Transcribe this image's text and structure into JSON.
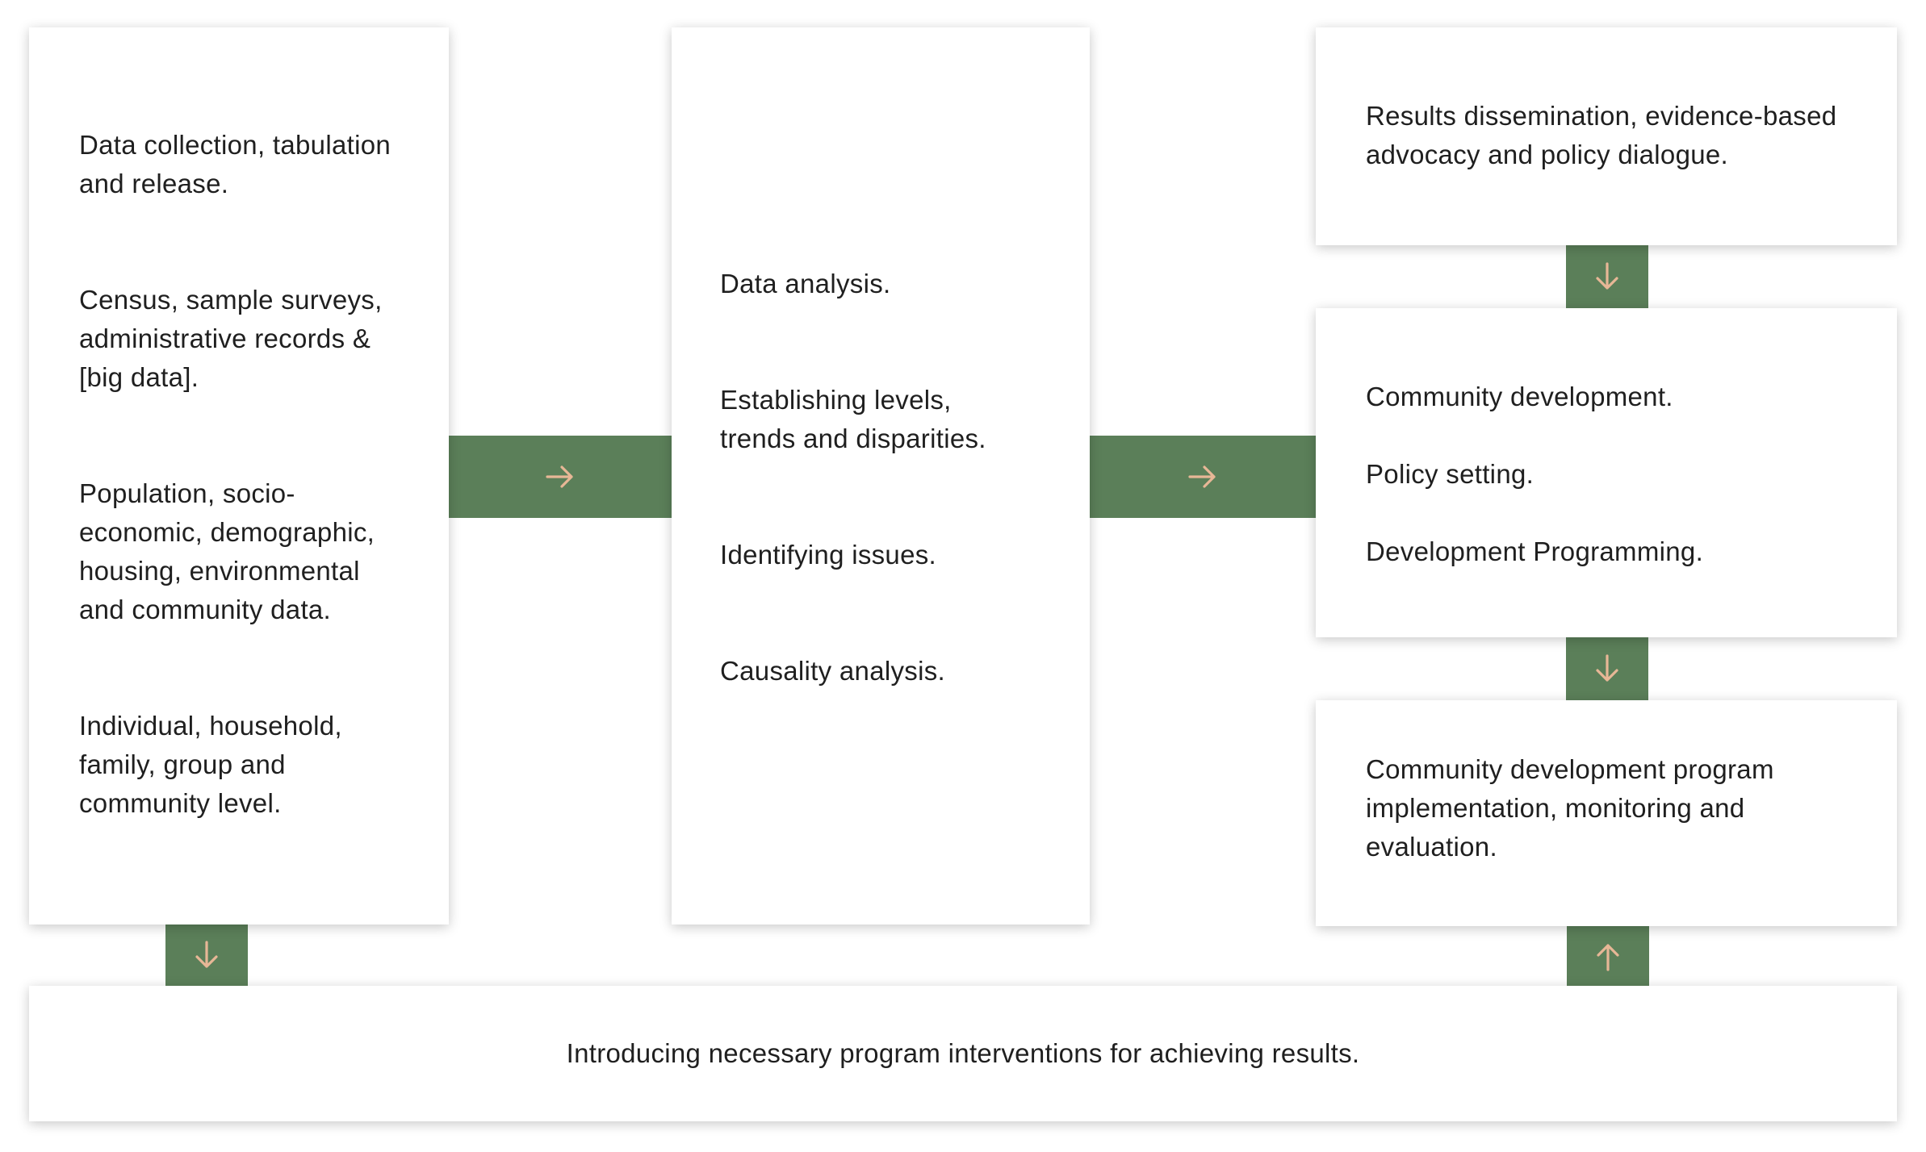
{
  "colors": {
    "connector": "#5b7f59",
    "arrow": "#e7b796",
    "box": "#ffffff",
    "text": "#1f1f1f"
  },
  "left_column": {
    "item1": [
      "Data collection, tabulation",
      "and release."
    ],
    "item2": [
      "Census, sample surveys,",
      "administrative records &",
      "[big data]."
    ],
    "item3": [
      "Population, socio-",
      "economic, demographic,",
      "housing, environmental",
      "and community data."
    ],
    "item4": [
      "Individual, household,",
      "family, group and",
      "community level."
    ]
  },
  "middle_column": {
    "item1": "Data analysis.",
    "item2": [
      "Establishing levels,",
      "trends and disparities."
    ],
    "item3": "Identifying issues.",
    "item4": "Causality analysis."
  },
  "right_top": [
    "Results dissemination, evidence-based",
    "advocacy and policy dialogue."
  ],
  "right_middle": {
    "item1": "Community development.",
    "item2": "Policy setting.",
    "item3": "Development Programming."
  },
  "right_bottom": [
    "Community development program",
    "implementation, monitoring and",
    "evaluation."
  ],
  "bottom_bar": "Introducing necessary program interventions for achieving results.",
  "icons": {
    "left_to_middle": "arrow-right-icon",
    "middle_to_right": "arrow-right-icon",
    "right_top_down": "arrow-down-icon",
    "right_middle_down": "arrow-down-icon",
    "left_down": "arrow-down-icon",
    "right_up": "arrow-up-icon"
  }
}
